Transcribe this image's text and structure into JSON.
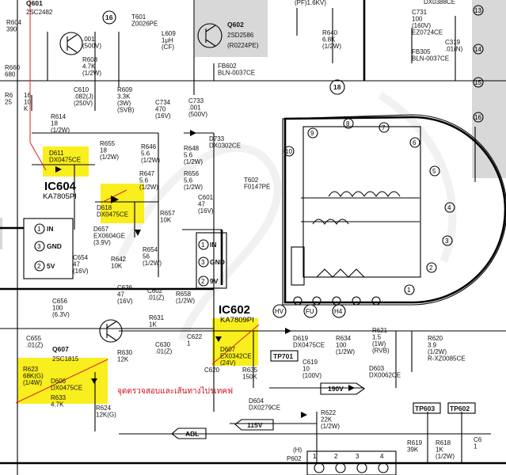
{
  "ic_blocks": {
    "ic604": {
      "name": "IC604",
      "part": "KA7805PI",
      "pins": [
        "IN",
        "GND",
        "5V"
      ],
      "pin_nums": [
        "1",
        "3",
        "2"
      ]
    },
    "ic602": {
      "name": "IC602",
      "part": "KA7809PI",
      "pins": [
        "IN",
        "GND",
        "9V"
      ],
      "pin_nums": [
        "1",
        "3",
        "2"
      ]
    }
  },
  "transistors": [
    {
      "ref": "Q601",
      "part": "2SC2482"
    },
    {
      "ref": "Q602",
      "part": "2SD2586",
      "note": "(R0224PE)"
    },
    {
      "ref": "Q607",
      "part": "2SC1815"
    }
  ],
  "components": {
    "r604": [
      "R604",
      "390"
    ],
    "r660": [
      "R660",
      "680"
    ],
    "r6": [
      "R6",
      "25"
    ],
    "r6b": [
      "16",
      "10",
      "K"
    ],
    "c610": [
      "C610",
      ".082(J)",
      "(250V)"
    ],
    "r608": [
      "R608",
      "4.7K",
      "(1/2W)"
    ],
    "c605": [
      ".001",
      "(500V)"
    ],
    "t601": [
      "T601",
      "Z0026PE"
    ],
    "l609": [
      "L609",
      "1μH",
      "(CF)"
    ],
    "r609": [
      "R609",
      "3.3K",
      "(3W)",
      "(SVB)"
    ],
    "fb602": [
      "FB602",
      "BLN-0037CE"
    ],
    "r640": [
      "R640",
      "6.8K",
      "(1/2W)"
    ],
    "c731": [
      "C731",
      "100",
      "(160V)",
      "EZ0724CE"
    ],
    "c319": [
      "C319",
      ".01(N)"
    ],
    "fb305": [
      "FB305",
      "BLN-0037CE"
    ],
    "pf": [
      "(PF)1.6KV)"
    ],
    "dx0388": [
      "DX0388CE"
    ],
    "c734": [
      "C734",
      "470",
      "(16V)"
    ],
    "c733": [
      "C733",
      ".001",
      "(500V)"
    ],
    "d733": [
      "D733",
      "DX0302CE"
    ],
    "r614": [
      "R614",
      "18",
      "(1/2W)"
    ],
    "r655": [
      "R655",
      "18",
      "(1/2W)"
    ],
    "r646": [
      "R646",
      "5.6",
      "(1/2W)"
    ],
    "r648": [
      "R648",
      "5.6",
      "(1/2W)"
    ],
    "r647": [
      "R647",
      "5.6",
      "(1/2W)"
    ],
    "r656": [
      "R656",
      "5.6",
      "(1/2W)"
    ],
    "d611": [
      "D611",
      "DX0475CE"
    ],
    "d618": [
      "D618",
      "DX0475CE"
    ],
    "r657": [
      "R657",
      "10K"
    ],
    "c601": [
      "C601",
      "47",
      "(16V)"
    ],
    "d657": [
      "D657",
      "EX0604GE",
      "(3.9V)"
    ],
    "c654": [
      "C654",
      "47",
      "(16V)"
    ],
    "r642": [
      "R642",
      "10K"
    ],
    "r654": [
      "R654",
      "56",
      "(1/2W)"
    ],
    "c656": [
      "C656",
      "100",
      "(6.3V)"
    ],
    "c636": [
      "C636",
      "47",
      "(16V)"
    ],
    "c602": [
      "C602",
      ".01(Z)"
    ],
    "r658": [
      "R658",
      "(1/2W)"
    ],
    "t602": [
      "T602",
      "F0147PE"
    ],
    "c655": [
      "C655",
      ".01(Z)"
    ],
    "r631": [
      "R631",
      "1K"
    ],
    "r630": [
      "R630",
      "12K"
    ],
    "c630": [
      "C630",
      ".01(Z)"
    ],
    "c622": [
      "C622",
      "1"
    ],
    "d607": [
      "D607",
      "EX0342CE",
      "(24V)"
    ],
    "d619": [
      "D619",
      "DX0475CE"
    ],
    "r634": [
      "R634",
      "100",
      "(1/2W)"
    ],
    "r621": [
      "R621",
      "1.5",
      "(1W)",
      "(RVB)"
    ],
    "r620": [
      "R620",
      "3.9",
      "(1/2W)",
      "R-XZ0085CE"
    ],
    "d603": [
      "D603",
      "DX0062CE"
    ],
    "r623": [
      "R623",
      "68K(G)",
      "(1/4W)"
    ],
    "d606": [
      "D606",
      "DX0475CE"
    ],
    "r633": [
      "R633",
      "4.7K"
    ],
    "r624": [
      "R624",
      "12K(G)"
    ],
    "c620": [
      "C620"
    ],
    "r635": [
      "R635",
      "150K"
    ],
    "c619": [
      "C619",
      "10",
      "(100V)"
    ],
    "d604": [
      "D604",
      "DX0279CE"
    ],
    "r622": [
      "R622",
      "22K",
      "(1/2W)"
    ],
    "r619": [
      "R619",
      "39K"
    ],
    "r618": [
      "R618",
      "1K",
      "(1/2W)"
    ],
    "c6x": [
      "C6",
      "1"
    ]
  },
  "tags": {
    "t16": "16",
    "t18": "18",
    "tp701": "TP701",
    "tp603": "TP603",
    "tp602": "TP602",
    "v190": "190V",
    "v115": "115V",
    "abl": "ABL",
    "p602": "P602",
    "h": "(H)",
    "hv": "HV",
    "fu": "FU",
    "h4": "H4"
  },
  "fbt_pins": [
    "1",
    "2",
    "3",
    "4",
    "5",
    "6",
    "7",
    "8",
    "9",
    "10"
  ],
  "connector_pins": [
    "13",
    "14",
    "15",
    "16"
  ],
  "p602_pins": [
    "1",
    "2",
    "3",
    "4"
  ],
  "annotation_thai": "จุดตรวจสอบและเส้นทางไปรเทคฟ",
  "colors": {
    "highlight": "#f9ee1e",
    "annotation": "#d0101a",
    "line": "#000000",
    "shade": "#d8d8d8"
  }
}
